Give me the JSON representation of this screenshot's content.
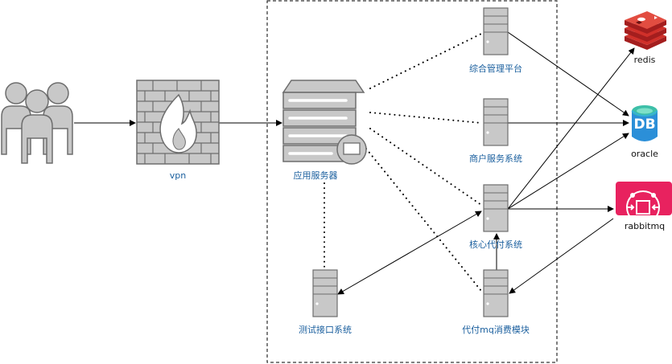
{
  "labels": {
    "vpn": "vpn",
    "app_server": "应用服务器",
    "mgmt": "综合管理平台",
    "merchant": "商户服务系统",
    "core": "核心代付系统",
    "test": "测试接口系统",
    "mq_consumer": "代付mq消费模块",
    "redis": "redis",
    "oracle": "oracle",
    "rabbitmq": "rabbitmq",
    "db_badge": "DB"
  },
  "colors": {
    "server_gray": "#c8c8c8",
    "server_stroke": "#6d6d6d",
    "redis_red": "#d0302a",
    "db_teal": "#3dbfa8",
    "db_blue": "#2b8fd8",
    "rabbitmq_pink": "#e8225f",
    "label_blue": "#1a5f9e"
  },
  "icons": [
    "users-icon",
    "firewall-icon",
    "rack-server-icon",
    "server-icon",
    "redis-icon",
    "database-icon",
    "rabbitmq-icon"
  ]
}
